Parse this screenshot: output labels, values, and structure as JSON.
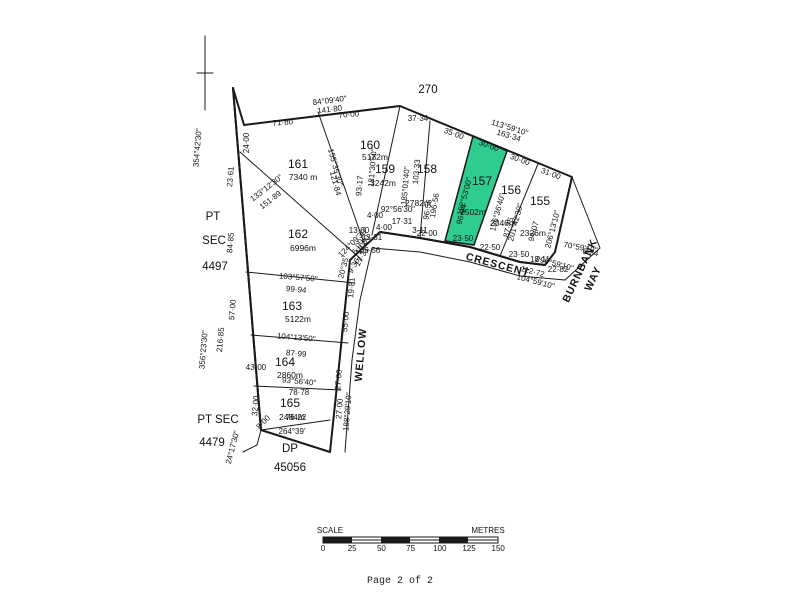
{
  "colors": {
    "highlight": "#2ecc8f",
    "line": "#1a1a1a"
  },
  "header": {
    "north_label": "270"
  },
  "labels": {
    "pt_sec_1": "PT",
    "pt_sec_1b": "SEC",
    "pt_sec_1_no": "4497",
    "pt_sec_2": "PT SEC",
    "pt_sec_2_no": "4479",
    "dp": "DP",
    "dp_no": "45056",
    "street_crescent": "CRESCENT",
    "street_wellow": "WELLOW",
    "street_burnbank": "BURNBANK",
    "street_way": "WAY"
  },
  "lots": [
    {
      "id": "161",
      "area": "7340 m"
    },
    {
      "id": "160",
      "area": "5172m"
    },
    {
      "id": "159",
      "area": "3242m"
    },
    {
      "id": "158",
      "area": "2782m"
    },
    {
      "id": "157",
      "area": "2502m",
      "highlighted": true
    },
    {
      "id": "156",
      "area": "2346m"
    },
    {
      "id": "155",
      "area": "2326m"
    },
    {
      "id": "162",
      "area": "6996m"
    },
    {
      "id": "163",
      "area": "5122m"
    },
    {
      "id": "164",
      "area": "2860m"
    },
    {
      "id": "165",
      "area": "2484m"
    }
  ],
  "dimensions": {
    "d1": "84°09'40\"",
    "d2": "141·80",
    "d3": "71·80",
    "d4": "70·00",
    "d5": "37·34",
    "d6": "113°59'10\"",
    "d7": "163·34",
    "d8": "35·00",
    "d9": "30·00",
    "d10": "30·00",
    "d11": "31·00",
    "d12": "24·00",
    "d13": "23·61",
    "d14": "354°42'30\"",
    "d15": "133°12'30\"",
    "d16": "151·89",
    "d17": "155°35'30\"",
    "d18": "121·84",
    "d19": "181°30'50\"",
    "d20": "93·17",
    "d21": "185°01'40\"",
    "d22": "103·33",
    "d23": "92°56'30\"",
    "d24": "17·31",
    "d25": "196·56",
    "d26": "192°53'00\"",
    "d27": "96·56",
    "d28": "196°36'40\"",
    "d29": "96·94",
    "d30": "201°42'30\"",
    "d31": "87·75",
    "d32": "206°13'10\"",
    "d33": "94·07",
    "d34": "22·00",
    "d35": "23·50",
    "d36": "22·50",
    "d37": "23·50",
    "d38": "18·11",
    "d39": "112·72",
    "d40": "104°59'10\"",
    "d41": "296°59'10\"",
    "d42": "22·82",
    "d43": "70°59'10\"",
    "d44": "6·84",
    "d45": "84·85",
    "d46": "103°57'50\"",
    "d47": "99·94",
    "d48": "57·00",
    "d49": "216·85",
    "d50": "356°23'30\"",
    "d51": "43·00",
    "d52": "104°13'50\"",
    "d53": "87·99",
    "d54": "93°56'40\"",
    "d55": "78·78",
    "d56": "32·00",
    "d57": "76·22",
    "d58": "264°39'",
    "d59": "24°17'30\"",
    "d60": "55·00",
    "d61": "27·00",
    "d62": "27·00",
    "d63": "188°29'10\"",
    "d64": "19·81",
    "d65": "20°35'",
    "d66": "4·00",
    "d67": "13·00",
    "d68": "13·31",
    "d69": "66·56",
    "d70": "3·11",
    "d71": "6·00",
    "d72": "4·00",
    "d73": "9·36",
    "d74": "17·31",
    "d75": "10·30",
    "d76": "124°09'30\"",
    "d77": "8·00"
  },
  "scale": {
    "title": "SCALE",
    "unit": "METRES",
    "ticks": [
      "0",
      "25",
      "50",
      "75",
      "100",
      "125",
      "150"
    ]
  },
  "footer": {
    "page": "Page 2 of 2"
  }
}
